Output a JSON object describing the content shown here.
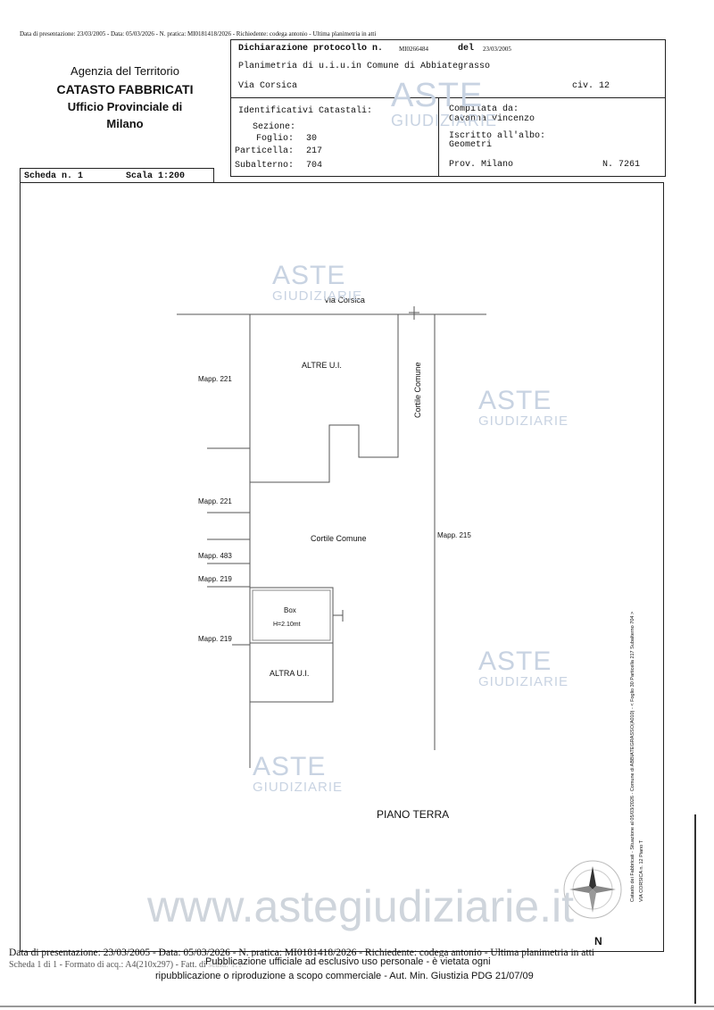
{
  "top_meta": "Data di presentazione: 23/03/2005 - Data: 05/03/2026 - N. pratica: MI0181418/2026 - Richiedente: codega antonio - Ultima planimetria in atti",
  "agency": {
    "line1": "Agenzia del Territorio",
    "line2": "CATASTO FABBRICATI",
    "line3": "Ufficio Provinciale di",
    "line4": "Milano"
  },
  "header": {
    "dichiarazione_label": "Dichiarazione protocollo n.",
    "protocollo": "MI0266484",
    "del_label": "del",
    "del_date": "23/03/2005",
    "planimetria": "Planimetria di u.i.u.in Comune di Abbiategrasso",
    "via": "Via Corsica",
    "civ": "civ. 12",
    "identificativi": "Identificativi Catastali:",
    "sezione": "Sezione:",
    "foglio_label": "Foglio:",
    "foglio": "30",
    "particella_label": "Particella:",
    "particella": "217",
    "subalterno_label": "Subalterno:",
    "subalterno": "704",
    "compilata": "Compilata da:",
    "compilatore": "Cavanna Vincenzo",
    "iscritto": "Iscritto all'albo:",
    "albo": "Geometri",
    "prov": "Prov. Milano",
    "num": "N. 7261"
  },
  "scheda": "Scheda n. 1",
  "scala": "Scala 1:200",
  "plan": {
    "street": "Via Corsica",
    "altre_ui": "ALTRE U.I.",
    "cortile_vertical": "Cortile Comune",
    "cortile": "Cortile Comune",
    "mapp_221a": "Mapp. 221",
    "mapp_221b": "Mapp. 221",
    "mapp_483": "Mapp. 483",
    "mapp_219a": "Mapp. 219",
    "mapp_219b": "Mapp. 219",
    "mapp_215": "Mapp. 215",
    "box": "Box",
    "box_height": "H=2.10mt",
    "altra_ui": "ALTRA U.I.",
    "piano": "PIANO TERRA",
    "north": "N",
    "side_text_1": "Catasto dei Fabbricati - Situazione al 05/03/2026 - Comune di ABBIATEGRASSO(A010) - < Foglio 30 Particella 217 Subalterno 704 >",
    "side_text_2": "VIA CORSICA n. 12 Piano T"
  },
  "watermark": {
    "aste": "ASTE",
    "giudiziarie": "GIUDIZIARIE",
    "site": "www.astegiudiziarie.it"
  },
  "footer": {
    "line1": "Data di presentazione: 23/03/2005 - Data: 05/03/2026 - N. pratica: MI0181418/2026 - Richiedente: codega antonio - Ultima planimetria in atti",
    "line2": "Scheda 1 di 1 - Formato di acq.: A4(210x297) - Fatt. di scala: 1:1",
    "notice1": "Pubblicazione ufficiale ad esclusivo uso personale - è vietata ogni",
    "notice2": "ripubblicazione o riproduzione a scopo commerciale - Aut. Min. Giustizia PDG 21/07/09"
  },
  "colors": {
    "watermark": "#c8d3e2",
    "ink": "#111111"
  }
}
